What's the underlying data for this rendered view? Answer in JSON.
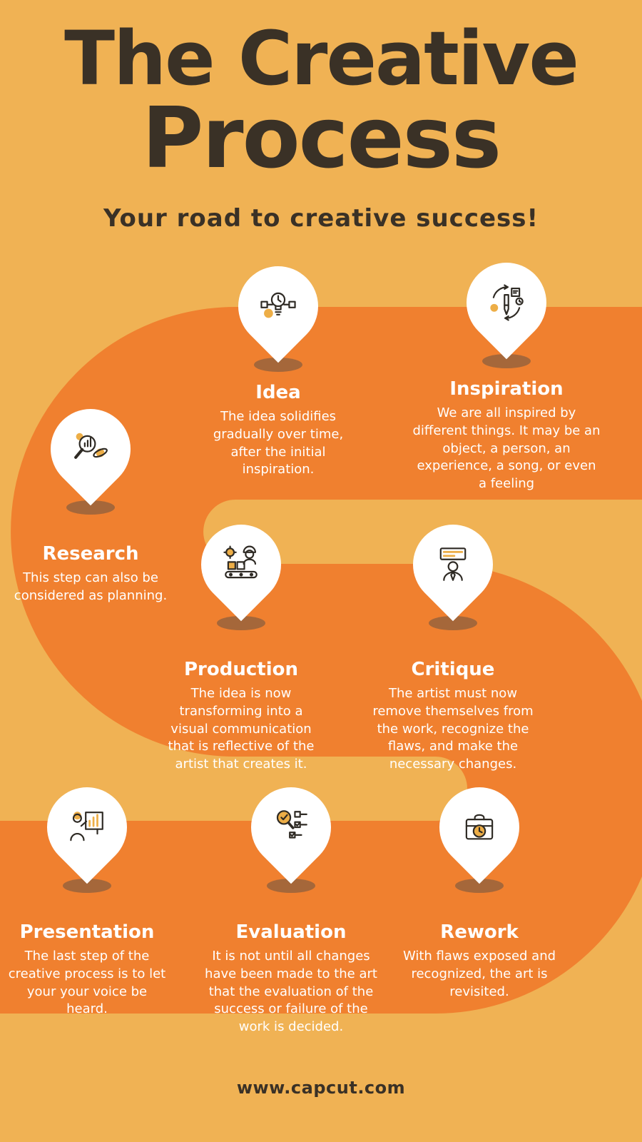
{
  "header": {
    "title_line1": "The Creative",
    "title_line2": "Process",
    "subtitle": "Your road to creative success!"
  },
  "colors": {
    "background": "#F0B254",
    "road": "#F0802F",
    "heading_text": "#3A3126",
    "step_text": "#FFFFFF",
    "pin_fill": "#FFFFFF",
    "pin_shadow": "#A5673A",
    "icon_accent": "#EDAE47",
    "icon_line": "#2E2A24"
  },
  "steps": [
    {
      "id": "idea",
      "title": "Idea",
      "description": "The idea solidifies gradually over time, after the initial inspiration.",
      "icon": "lightbulb-gear-icon"
    },
    {
      "id": "inspiration",
      "title": "Inspiration",
      "description": "We are all inspired by different things.  It may be an object, a person, an experience, a song, or even a feeling",
      "icon": "pencil-cycle-icon"
    },
    {
      "id": "research",
      "title": "Research",
      "description": "This step can also be considered as planning.",
      "icon": "magnifier-chart-icon"
    },
    {
      "id": "production",
      "title": "Production",
      "description": "The idea is now transforming into a visual communication that is reflective of the artist that creates it.",
      "icon": "conveyor-worker-icon"
    },
    {
      "id": "critique",
      "title": "Critique",
      "description": "The artist must now remove themselves from the work, recognize the flaws, and make the necessary changes.",
      "icon": "presenter-board-icon"
    },
    {
      "id": "presentation",
      "title": "Presentation",
      "description": "The last step of the creative process is to let your your voice be heard.",
      "icon": "speaker-whiteboard-icon"
    },
    {
      "id": "evaluation",
      "title": "Evaluation",
      "description": "It is not until all changes have been made to the art that the evaluation of the success or failure of the work is decided.",
      "icon": "checklist-magnifier-icon"
    },
    {
      "id": "rework",
      "title": "Rework",
      "description": "With flaws exposed and recognized, the art is revisited.",
      "icon": "toolbox-clock-icon"
    }
  ],
  "footer": {
    "url_text": "www.capcut.com"
  }
}
